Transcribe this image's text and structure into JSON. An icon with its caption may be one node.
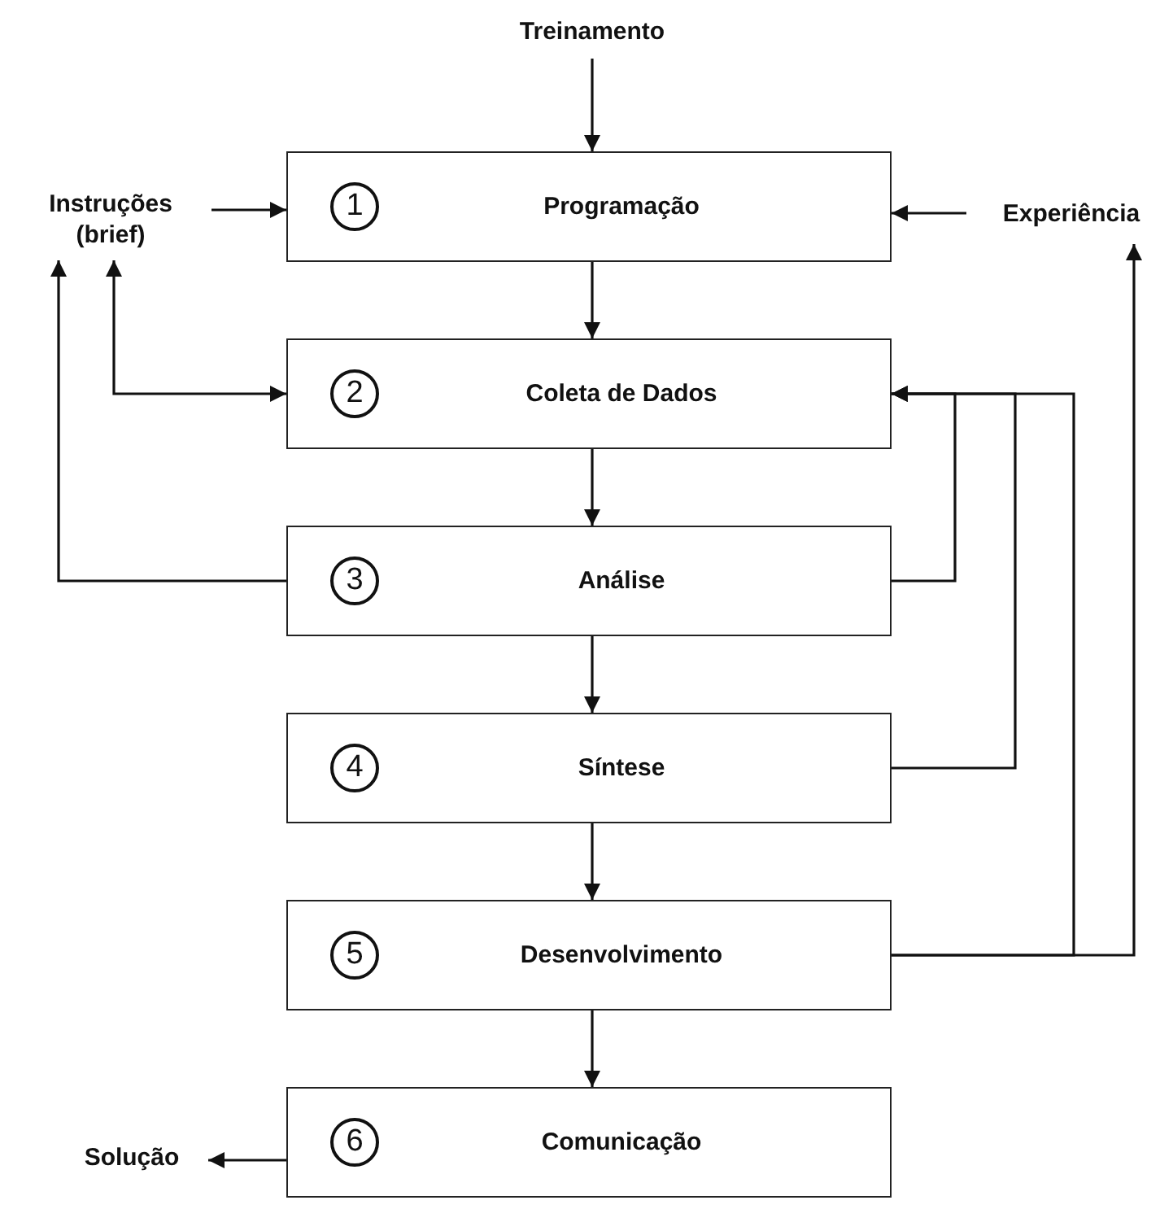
{
  "diagram": {
    "nodes": [
      {
        "text": [
          "Treinamento"
        ]
      },
      {
        "text": [
          "Instruções (brief)"
        ]
      },
      {
        "text": [
          "1",
          "Programação"
        ]
      },
      {
        "text": [
          "Experiência"
        ]
      },
      {
        "text": [
          "2",
          "Coleta de Dados"
        ]
      },
      {
        "text": [
          "3",
          "Análise"
        ]
      },
      {
        "text": [
          "4",
          "Síntese"
        ]
      },
      {
        "text": [
          "5",
          "Desenvolvimento"
        ]
      },
      {
        "text": [
          "6",
          "Comunicação"
        ]
      },
      {
        "text": [
          "Solução"
        ]
      }
    ],
    "edges": [
      {
        "from": 0,
        "to": 2,
        "arrow": "to"
      },
      {
        "from": 1,
        "to": 2,
        "arrow": "to"
      },
      {
        "from": 3,
        "to": 2,
        "arrow": "to"
      },
      {
        "from": 2,
        "to": 4,
        "arrow": "to"
      },
      {
        "from": 1,
        "to": 4,
        "arrow": "both"
      },
      {
        "from": 4,
        "to": 5,
        "arrow": "to"
      },
      {
        "from": 5,
        "to": 1,
        "arrow": "to"
      },
      {
        "from": 5,
        "to": 4,
        "arrow": "to"
      },
      {
        "from": 5,
        "to": 6,
        "arrow": "to"
      },
      {
        "from": 6,
        "to": 4,
        "arrow": "to"
      },
      {
        "from": 6,
        "to": 7,
        "arrow": "to"
      },
      {
        "from": 7,
        "to": 4,
        "arrow": "to"
      },
      {
        "from": 7,
        "to": 3,
        "arrow": "to"
      },
      {
        "from": 7,
        "to": 8,
        "arrow": "to"
      },
      {
        "from": 8,
        "to": 9,
        "arrow": "to"
      }
    ]
  }
}
